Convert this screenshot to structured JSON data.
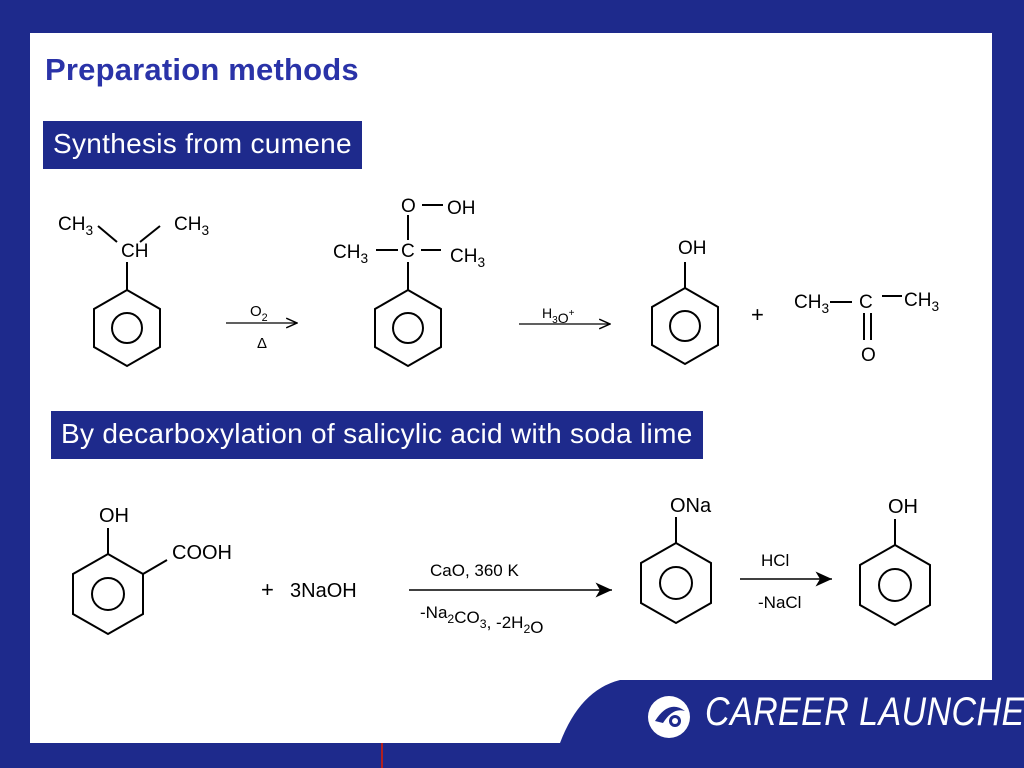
{
  "title": "Preparation methods",
  "sections": [
    {
      "heading": "Synthesis from cumene",
      "reaction": {
        "reactant": {
          "substituents": [
            "CH3",
            "CH3",
            "CH"
          ]
        },
        "step1": {
          "above": "O2",
          "below": "Δ"
        },
        "intermediate": {
          "top": [
            "O",
            "OH"
          ],
          "center": "C",
          "left": "CH3",
          "right": "CH3"
        },
        "step2": {
          "above": "H3O+"
        },
        "product1": {
          "group": "OH"
        },
        "plus": "+",
        "product2": {
          "left": "CH3",
          "center": "C",
          "right": "CH3",
          "bottom": "O"
        }
      }
    },
    {
      "heading": "By decarboxylation of salicylic acid with soda lime",
      "reaction": {
        "reactant": {
          "group1": "OH",
          "group2": "COOH"
        },
        "reagent": "3NaOH",
        "plus": "+",
        "step1": {
          "above": "CaO, 360 K",
          "below": "-Na2CO3,  -2H2O"
        },
        "intermediate": {
          "group": "ONa"
        },
        "step2": {
          "above": "HCl",
          "below": "-NaCl"
        },
        "product": {
          "group": "OH"
        }
      }
    }
  ],
  "logo": {
    "text": "CAREER LAUNCHER"
  },
  "colors": {
    "frame": "#1e2a8c",
    "title": "#2a33a8",
    "banner": "#1e2a8c"
  }
}
